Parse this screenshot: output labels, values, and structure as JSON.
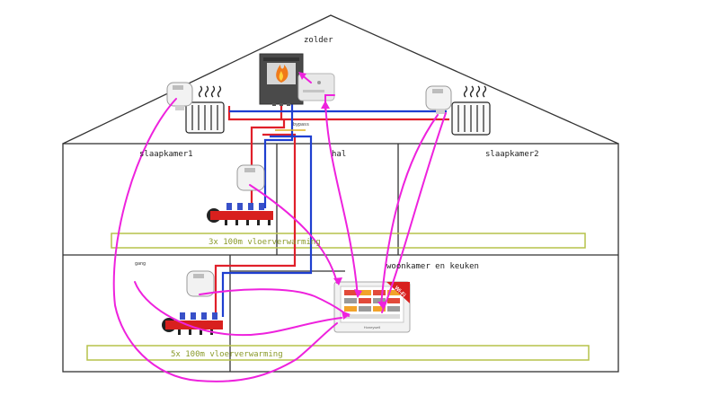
{
  "rooms": {
    "zolder": "zolder",
    "slaapkamer1": "slaapkamer1",
    "hal": "hal",
    "slaapkamer2": "slaapkamer2",
    "gang": "gang",
    "woonkamer": "woonkamer en keuken"
  },
  "floor_heating": {
    "upper": "3x 100m vloerverwarming",
    "lower": "5x 100m vloerverwarming"
  },
  "bypass_label": "bypass",
  "controller": {
    "badge": "Wi-Fi",
    "brand": "Honeywell"
  },
  "colors": {
    "supply": "#e0202a",
    "return": "#1f3fd0",
    "wireless": "#ee22dd",
    "floor_box": "#b6c24a",
    "wall": "#333333"
  }
}
